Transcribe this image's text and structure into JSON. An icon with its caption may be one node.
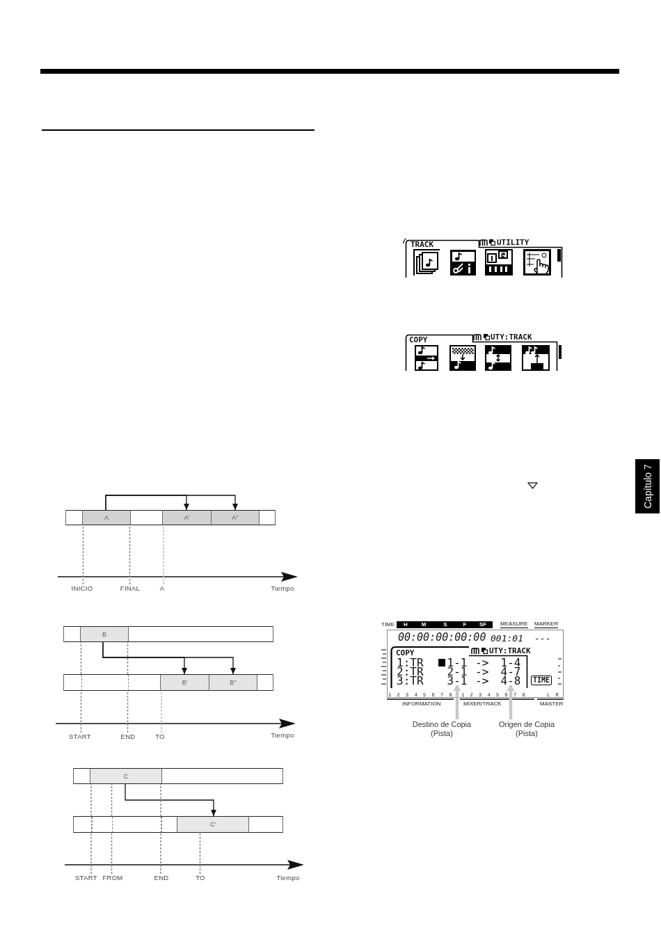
{
  "diagram": {
    "nodes": [
      {
        "text": [],
        "shape": "box"
      },
      {
        "text": [
          "A"
        ]
      },
      {
        "text": [],
        "shape": "box"
      },
      {
        "text": [
          "A'"
        ]
      },
      {
        "text": [
          "A''"
        ]
      },
      {
        "text": [],
        "shape": "box"
      },
      {
        "text": [
          "INICIO"
        ]
      },
      {
        "text": [
          "FINAL"
        ]
      },
      {
        "text": [
          "A"
        ]
      },
      {
        "text": [],
        "shape": "box"
      },
      {
        "text": [
          "B"
        ]
      },
      {
        "text": [],
        "shape": "box"
      },
      {
        "text": [],
        "shape": "box"
      },
      {
        "text": [
          "B'"
        ]
      },
      {
        "text": [
          "B''"
        ]
      },
      {
        "text": [],
        "shape": "box"
      },
      {
        "text": [
          "START"
        ]
      },
      {
        "text": [
          "END"
        ]
      },
      {
        "text": [
          "TO"
        ]
      },
      {
        "text": [],
        "shape": "box"
      },
      {
        "text": [
          "C"
        ]
      },
      {
        "text": [],
        "shape": "box"
      },
      {
        "text": [],
        "shape": "box"
      },
      {
        "text": [
          "C'"
        ]
      },
      {
        "text": [],
        "shape": "box"
      },
      {
        "text": [
          "START"
        ]
      },
      {
        "text": [
          "FROM"
        ]
      },
      {
        "text": [
          "END"
        ]
      },
      {
        "text": [
          "TO"
        ]
      },
      {
        "text": [
          "1-1",
          "2-1",
          "3-1"
        ]
      },
      {
        "text": [
          "1-4",
          "4-7",
          "4-8"
        ]
      },
      {
        "text": [
          "Destino de Copia (Pista)"
        ]
      },
      {
        "text": [
          "Origen de Copia (Pista)"
        ]
      }
    ],
    "edges": [
      {
        "from": 1,
        "to": 3,
        "arrow": "to",
        "color": "#111111"
      },
      {
        "from": 1,
        "to": 4,
        "arrow": "to",
        "color": "#111111"
      },
      {
        "from": 6,
        "to": 1,
        "arrow": "none",
        "style": "dashed"
      },
      {
        "from": 7,
        "to": 1,
        "arrow": "none",
        "style": "dashed"
      },
      {
        "from": 8,
        "to": 3,
        "arrow": "none",
        "style": "dashed",
        "color": "#bbbbbb"
      },
      {
        "from": 10,
        "to": 13,
        "arrow": "to",
        "color": "#111111"
      },
      {
        "from": 10,
        "to": 14,
        "arrow": "to",
        "color": "#111111"
      },
      {
        "from": 16,
        "to": 12,
        "arrow": "none",
        "style": "dashed"
      },
      {
        "from": 12,
        "to": 10,
        "arrow": "none",
        "style": "dashed"
      },
      {
        "from": 17,
        "to": 12,
        "arrow": "none",
        "style": "dashed"
      },
      {
        "from": 12,
        "to": 10,
        "arrow": "none",
        "style": "dashed"
      },
      {
        "from": 18,
        "to": 13,
        "arrow": "none",
        "style": "dashed",
        "color": "#bbbbbb"
      },
      {
        "from": 20,
        "to": 23,
        "arrow": "to",
        "color": "#111111"
      },
      {
        "from": 25,
        "to": 22,
        "arrow": "none",
        "style": "dashed"
      },
      {
        "from": 22,
        "to": 20,
        "arrow": "none",
        "style": "dashed"
      },
      {
        "from": 26,
        "to": 22,
        "arrow": "none",
        "style": "dashed"
      },
      {
        "from": 22,
        "to": 20,
        "arrow": "none",
        "style": "dashed"
      },
      {
        "from": 27,
        "to": 22,
        "arrow": "none",
        "style": "dashed"
      },
      {
        "from": 22,
        "to": 20,
        "arrow": "none",
        "style": "dashed"
      },
      {
        "from": 28,
        "to": 23,
        "arrow": "none",
        "style": "dashed"
      },
      {
        "from": 31,
        "to": 29,
        "arrow": "to",
        "style": "thick",
        "color": "#c8c8c8"
      },
      {
        "from": 32,
        "to": 30,
        "arrow": "to",
        "style": "thick",
        "color": "#c8c8c8"
      }
    ],
    "labels": [
      "TRACK",
      "UTILITY",
      "COPY",
      "UTY:TRACK",
      "Capítulo 7",
      "Tiempo",
      "Tiempo",
      "Tiempo",
      "TIME",
      "H",
      "M",
      "S",
      "F",
      "SF",
      "MEASURE",
      "MARKER",
      "00:00:00:00:00",
      "001:01",
      "---",
      "COPY",
      "UTY:TRACK",
      "1:TR",
      "->",
      "2:TR",
      "->",
      "3:TR",
      "->",
      "TIME",
      "1 2 3 4 5 6 7 8",
      "1 2 3 4 5 6 7 8",
      "L R",
      "INFORMATION",
      "MIXER/TRACK",
      "MASTER"
    ]
  }
}
